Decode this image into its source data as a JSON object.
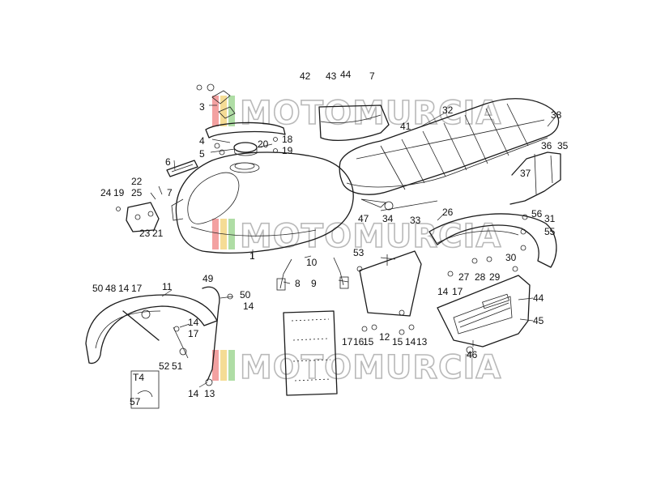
{
  "watermark": {
    "text": "MOTOMURCIA",
    "colors": [
      "#f08a8a",
      "#f3d37a",
      "#9bd48f",
      "#b9b9b9"
    ]
  },
  "components": {
    "fuel_tank": "fuel-tank",
    "seat": "seat",
    "rear_fender": "rear-mudguard",
    "front_fender": "front-mudguard",
    "side_cover": "side-cover",
    "number_plate_bracket": "plate-bracket",
    "grab_rail": "grab-rail",
    "tank_cap": "tank-cap",
    "inset_box_label": "T4"
  },
  "callouts": [
    {
      "id": "c42",
      "text": "42"
    },
    {
      "id": "c43",
      "text": "43"
    },
    {
      "id": "c44a",
      "text": "44"
    },
    {
      "id": "c7a",
      "text": "7"
    },
    {
      "id": "c3",
      "text": "3"
    },
    {
      "id": "c4",
      "text": "4"
    },
    {
      "id": "c5",
      "text": "5"
    },
    {
      "id": "c20",
      "text": "20"
    },
    {
      "id": "c18",
      "text": "18"
    },
    {
      "id": "c19a",
      "text": "19"
    },
    {
      "id": "c6",
      "text": "6"
    },
    {
      "id": "c22",
      "text": "22"
    },
    {
      "id": "c24",
      "text": "24"
    },
    {
      "id": "c19b",
      "text": "19"
    },
    {
      "id": "c25",
      "text": "25"
    },
    {
      "id": "c7b",
      "text": "7"
    },
    {
      "id": "c23",
      "text": "23"
    },
    {
      "id": "c21",
      "text": "21"
    },
    {
      "id": "c32",
      "text": "32"
    },
    {
      "id": "c41",
      "text": "41"
    },
    {
      "id": "c38",
      "text": "38"
    },
    {
      "id": "c36",
      "text": "36"
    },
    {
      "id": "c35",
      "text": "35"
    },
    {
      "id": "c37",
      "text": "37"
    },
    {
      "id": "c47",
      "text": "47"
    },
    {
      "id": "c34",
      "text": "34"
    },
    {
      "id": "c33",
      "text": "33"
    },
    {
      "id": "c26",
      "text": "26"
    },
    {
      "id": "c56",
      "text": "56"
    },
    {
      "id": "c31",
      "text": "31"
    },
    {
      "id": "c55",
      "text": "55"
    },
    {
      "id": "c30",
      "text": "30"
    },
    {
      "id": "c27",
      "text": "27"
    },
    {
      "id": "c28",
      "text": "28"
    },
    {
      "id": "c29",
      "text": "29"
    },
    {
      "id": "c14a",
      "text": "14"
    },
    {
      "id": "c17a",
      "text": "17"
    },
    {
      "id": "c1",
      "text": "1"
    },
    {
      "id": "c10",
      "text": "10"
    },
    {
      "id": "c8",
      "text": "8"
    },
    {
      "id": "c9",
      "text": "9"
    },
    {
      "id": "c53",
      "text": "53"
    },
    {
      "id": "c44b",
      "text": "44"
    },
    {
      "id": "c45",
      "text": "45"
    },
    {
      "id": "c46",
      "text": "46"
    },
    {
      "id": "c50a",
      "text": "50"
    },
    {
      "id": "c48",
      "text": "48"
    },
    {
      "id": "c14b",
      "text": "14"
    },
    {
      "id": "c17b",
      "text": "17"
    },
    {
      "id": "c11",
      "text": "11"
    },
    {
      "id": "c49",
      "text": "49"
    },
    {
      "id": "c50b",
      "text": "50"
    },
    {
      "id": "c14c",
      "text": "14"
    },
    {
      "id": "c14d",
      "text": "14"
    },
    {
      "id": "c17c",
      "text": "17"
    },
    {
      "id": "c52",
      "text": "52"
    },
    {
      "id": "c51",
      "text": "51"
    },
    {
      "id": "c14e",
      "text": "14"
    },
    {
      "id": "c13a",
      "text": "13"
    },
    {
      "id": "c57",
      "text": "57"
    },
    {
      "id": "c17d",
      "text": "17"
    },
    {
      "id": "c16",
      "text": "16"
    },
    {
      "id": "c15a",
      "text": "15"
    },
    {
      "id": "c12",
      "text": "12"
    },
    {
      "id": "c15b",
      "text": "15"
    },
    {
      "id": "c14f",
      "text": "14"
    },
    {
      "id": "c13b",
      "text": "13"
    }
  ]
}
